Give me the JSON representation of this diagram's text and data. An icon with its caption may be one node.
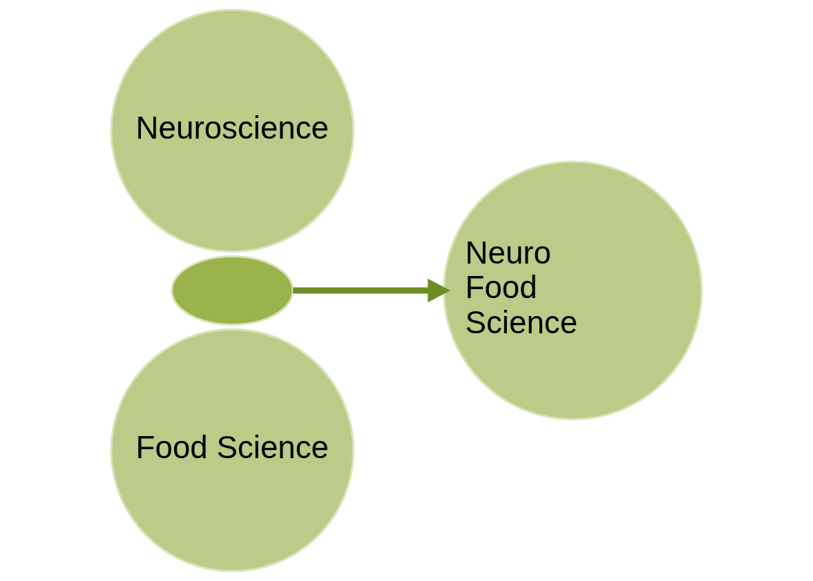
{
  "diagram": {
    "nodes": [
      {
        "text": [
          "Neuroscience"
        ]
      },
      {
        "text": [],
        "shape": "ellipse"
      },
      {
        "text": [
          "Food Science"
        ]
      },
      {
        "text": [
          "Neuro Food Science"
        ]
      }
    ],
    "edges": [
      {
        "from": 1,
        "to": 3,
        "arrow": "to"
      }
    ]
  }
}
